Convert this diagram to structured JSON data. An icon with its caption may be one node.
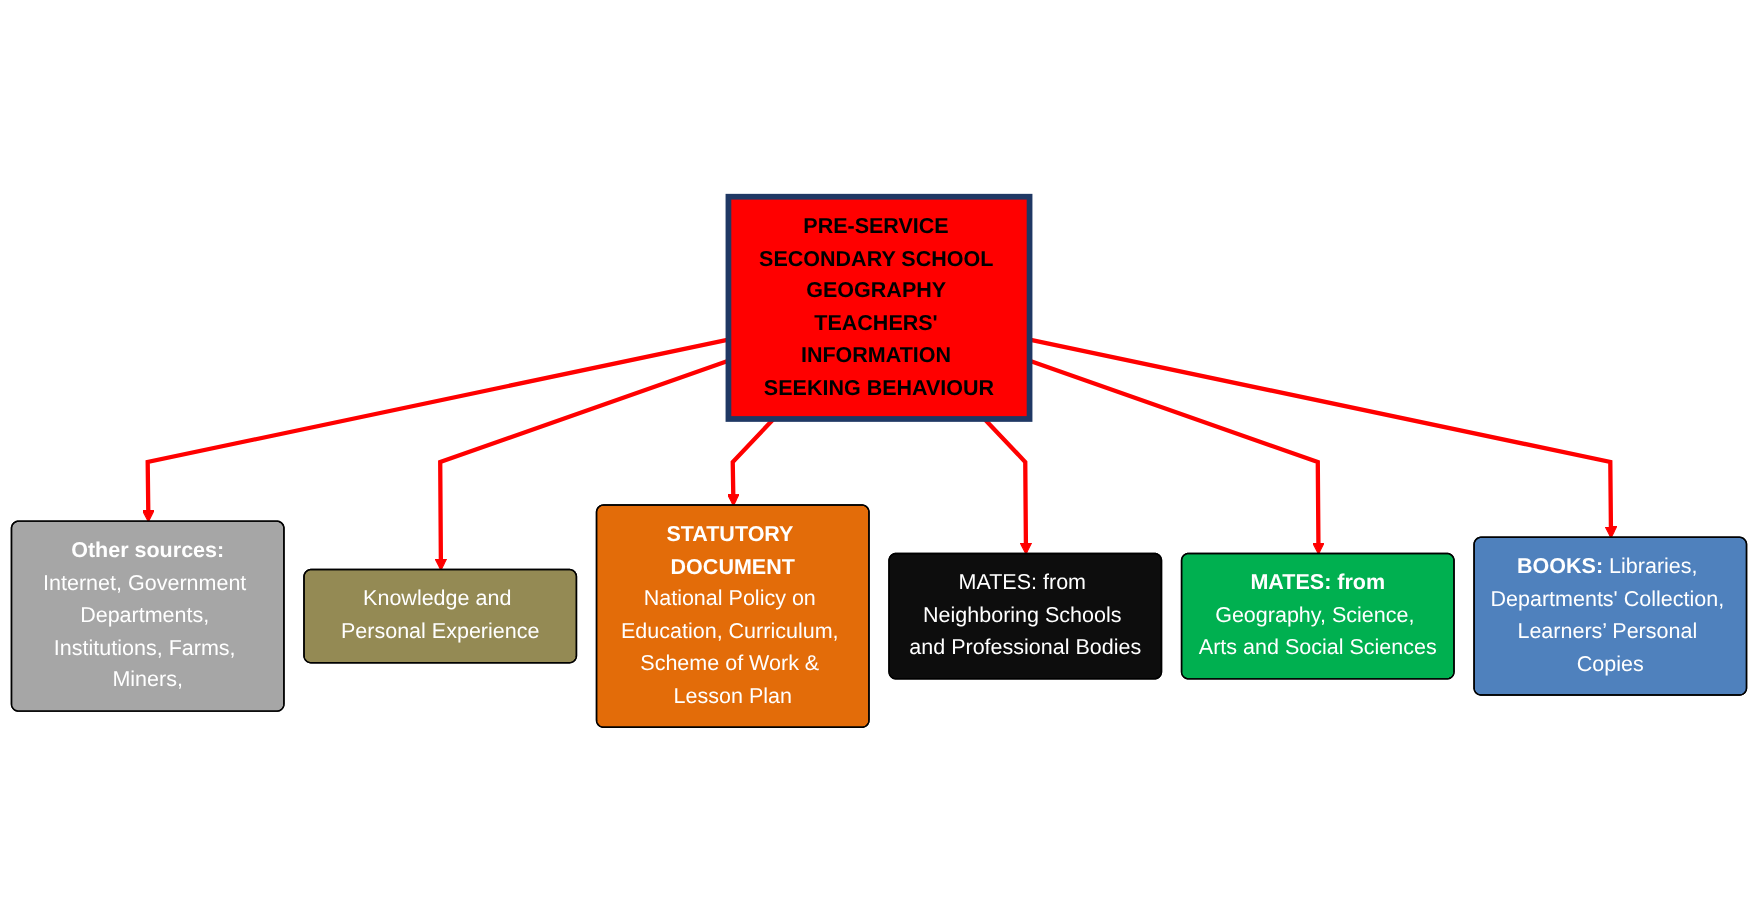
{
  "diagram": {
    "nodes": [
      {
        "text": [
          "Other sources:",
          "Internet, Government Departments, Institutions, Farms, Miners,"
        ]
      },
      {
        "text": [
          "Knowledge and Personal Experience"
        ]
      },
      {
        "text": [
          "STATUTORY DOCUMENT",
          "National Policy on Education, Curriculum, Scheme of Work & Lesson Plan"
        ]
      },
      {
        "text": [
          "PRE-SERVICE SECONDARY SCHOOL GEOGRAPHY TEACHERS' INFORMATION SEEKING BEHAVIOUR"
        ]
      },
      {
        "text": [
          "MATES: from Neighboring Schools and Professional Bodies"
        ]
      },
      {
        "text": [
          "MATES: from",
          "Geography, Science, Arts and Social Sciences"
        ]
      },
      {
        "text": [
          "**BOOKS:** Libraries, Departments' Collection, Learners’ Personal Copies"
        ]
      }
    ],
    "edges": [
      {
        "from": 3,
        "to": 0,
        "arrow": "to"
      },
      {
        "from": 3,
        "to": 1,
        "arrow": "to"
      },
      {
        "from": 3,
        "to": 2,
        "arrow": "to"
      },
      {
        "from": 3,
        "to": 4,
        "arrow": "to"
      },
      {
        "from": 3,
        "to": 5,
        "arrow": "to"
      },
      {
        "from": 3,
        "to": 6,
        "arrow": "to"
      }
    ]
  }
}
